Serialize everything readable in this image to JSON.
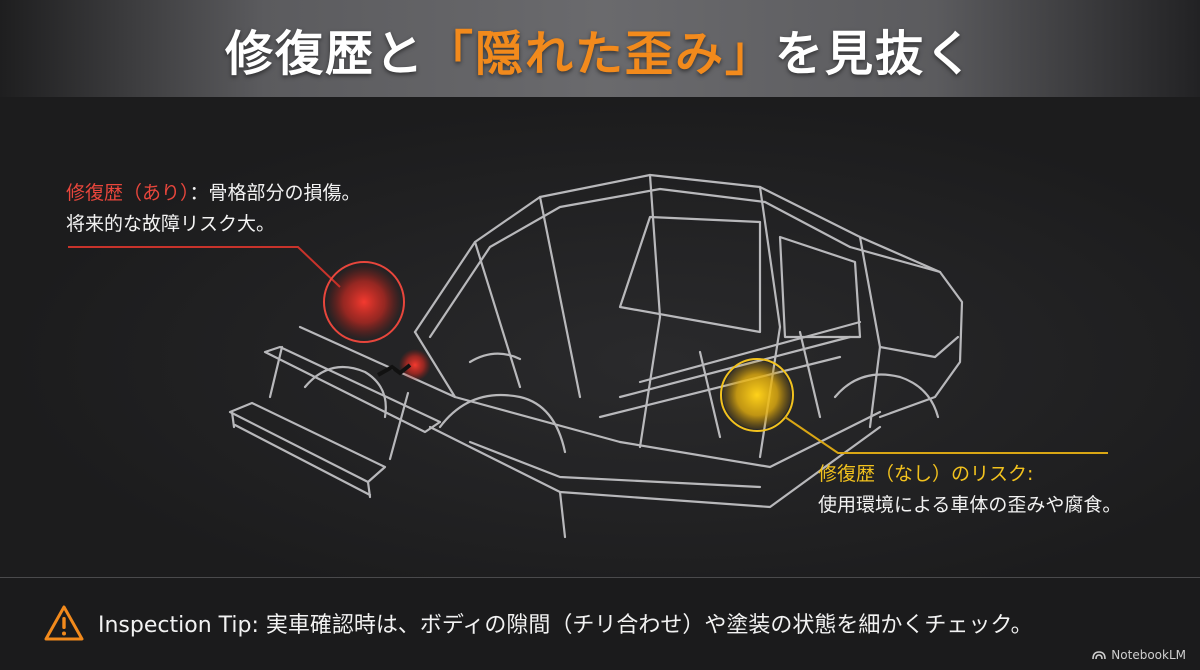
{
  "header": {
    "title_prefix": "修復歴と",
    "title_accent": "「隠れた歪み」",
    "title_suffix": "を見抜く"
  },
  "callouts": {
    "repaired": {
      "label": "修復歴（あり）",
      "text1": "：骨格部分の損傷。",
      "text2": "将来的な故障リスク大。",
      "color": "#e8463c"
    },
    "not_repaired": {
      "label": "修復歴（なし）のリスク:",
      "text": "使用環境による車体の歪みや腐食。",
      "color": "#f2c21e"
    }
  },
  "footer": {
    "tip": "Inspection Tip: 実車確認時は、ボディの隙間（チリ合わせ）や塗装の状態を細かくチェック。",
    "brand": "NotebookLM",
    "warn_color": "#f28a1c"
  },
  "icons": {
    "warning": "warning-triangle-icon",
    "brand": "notebooklm-icon"
  }
}
